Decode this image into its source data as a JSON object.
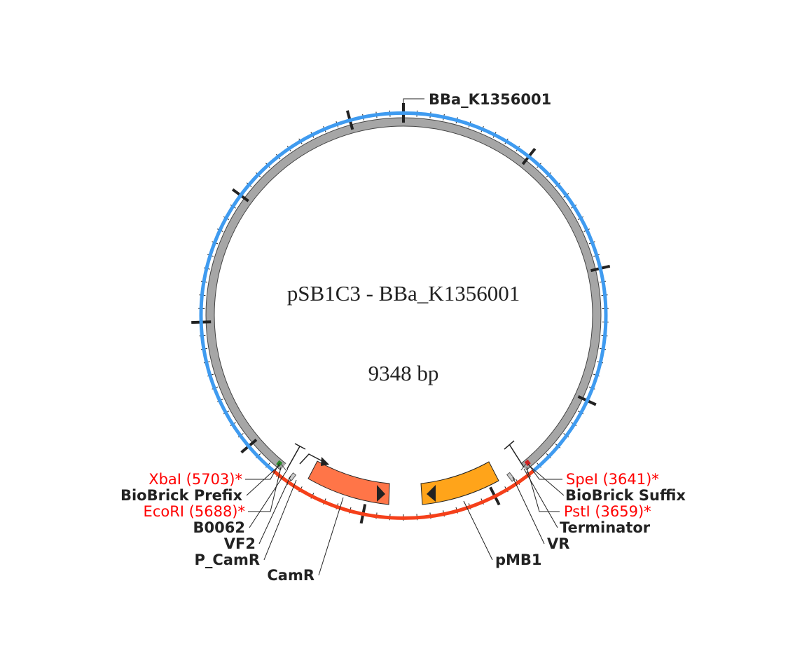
{
  "plasmid": {
    "name": "pSB1C3 - BBa_K1356001",
    "length": "9348 bp"
  },
  "colors": {
    "backbone_track": "#a6a6a6",
    "insert_arc": "#3f9bf0",
    "backbone_arc": "#f5401a",
    "camr": "#ff7548",
    "pmb1": "#ffa41a",
    "restriction_site_text": "#ff0000",
    "label_text": "#222222"
  },
  "features": {
    "insert": "BBa_K1356001",
    "camr": "CamR",
    "pmb1": "pMB1",
    "p_camr": "P_CamR",
    "vf2": "VF2",
    "vr": "VR",
    "b0062": "B0062",
    "terminator": "Terminator",
    "biobrick_prefix": "BioBrick Prefix",
    "biobrick_suffix": "BioBrick Suffix"
  },
  "restriction_sites": {
    "xbai": "XbaI (5703)*",
    "ecori": "EcoRI (5688)*",
    "spei": "SpeI (3641)*",
    "psti": "PstI (3659)*"
  }
}
